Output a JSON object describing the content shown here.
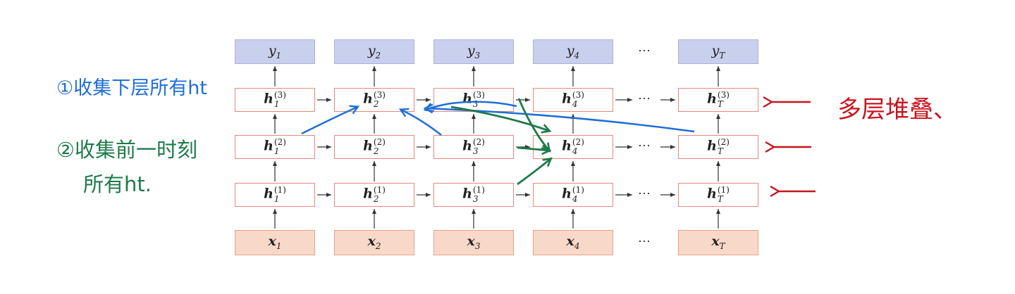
{
  "diagram": {
    "outputs": [
      "y",
      "y",
      "y",
      "y",
      "y"
    ],
    "inputs": [
      "x",
      "x",
      "x",
      "x",
      "x"
    ],
    "hidden": "h",
    "time_subscripts": [
      "1",
      "2",
      "3",
      "4",
      "T"
    ],
    "layer_superscripts": [
      "(1)",
      "(2)",
      "(3)"
    ],
    "ellipsis": "⋯"
  },
  "annotations": {
    "blue_note": "①收集下层所有ht",
    "green_note_line1": "②收集前一时刻",
    "green_note_line2": "所有ht.",
    "red_note": "多层堆叠、",
    "colors": {
      "blue": "#1f6fd6",
      "green": "#1e7a4a",
      "red": "#c8141e"
    }
  }
}
